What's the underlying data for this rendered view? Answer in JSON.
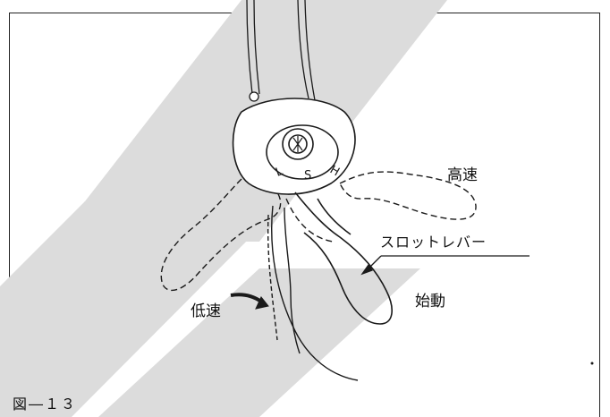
{
  "figure": {
    "labels": {
      "high_speed": "高速",
      "throttle_lever": "スロットレバー",
      "start": "始動",
      "low_speed": "低速",
      "caption": "図―１３"
    },
    "dial_letters": [
      "L",
      "S",
      "H"
    ],
    "colors": {
      "watermark": "#d9d9d9",
      "ink": "#1a1a1a",
      "background": "#ffffff"
    }
  }
}
